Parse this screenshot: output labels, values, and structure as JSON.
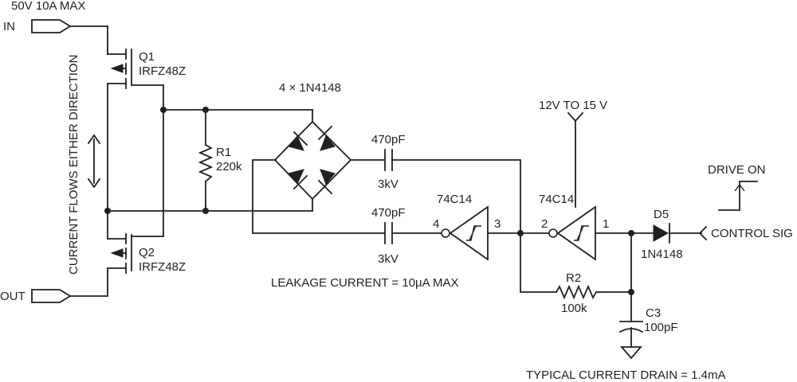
{
  "labels": {
    "max_rating": "50V 10A MAX",
    "port_in": "IN",
    "port_out": "OUT",
    "current_dir": "CURRENT FLOWS EITHER DIRECTION",
    "q1_ref": "Q1",
    "q1_part": "IRFZ48Z",
    "q2_ref": "Q2",
    "q2_part": "IRFZ48Z",
    "r1_ref": "R1",
    "r1_val": "220k",
    "bridge": "4 × 1N4148",
    "c_top_val": "470pF",
    "c_top_volt": "3kV",
    "c_bot_val": "470pF",
    "c_bot_volt": "3kV",
    "u1_part": "74C14",
    "u1_pin_in": "4",
    "u1_pin_out": "3",
    "u2_part": "74C14",
    "u2_pin_in": "2",
    "u2_pin_out": "1",
    "supply": "12V TO 15 V",
    "d5_ref": "D5",
    "d5_part": "1N4148",
    "drive_on": "DRIVE ON",
    "control": "CONTROL SIG",
    "r2_ref": "R2",
    "r2_val": "100k",
    "c3_ref": "C3",
    "c3_val": "100pF",
    "leakage": "LEAKAGE CURRENT = 10μA MAX",
    "drain": "TYPICAL CURRENT DRAIN = 1.4mA"
  }
}
